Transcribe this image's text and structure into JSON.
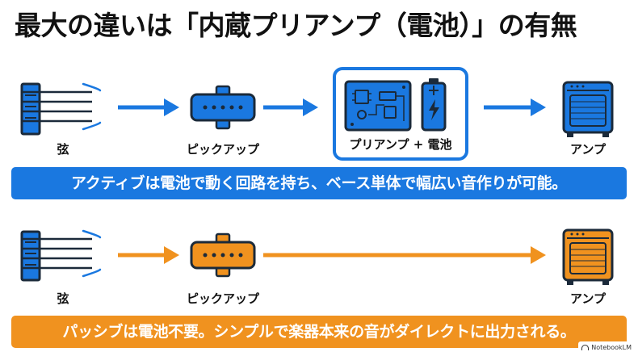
{
  "title": "最大の違いは「内蔵プリアンプ（電池）」の有無",
  "colors": {
    "blue": "#1a78e0",
    "orange": "#f0921f",
    "dark": "#1b2a3a"
  },
  "active_row": {
    "labels": {
      "string": "弦",
      "pickup": "ピックアップ",
      "preamp": "プリアンプ + 電池",
      "amp": "アンプ"
    },
    "banner": "アクティブは電池で動く回路を持ち、ベース単体で幅広い音作りが可能。"
  },
  "passive_row": {
    "labels": {
      "string": "弦",
      "pickup": "ピックアップ",
      "amp": "アンプ"
    },
    "banner": "パッシブは電池不要。シンプルで楽器本来の音がダイレクトに出力される。"
  },
  "icons": [
    "bass-strings-icon",
    "pickup-icon",
    "circuit-board-icon",
    "battery-icon",
    "amplifier-icon",
    "arrow-right-icon"
  ],
  "watermark": "NotebookLM"
}
